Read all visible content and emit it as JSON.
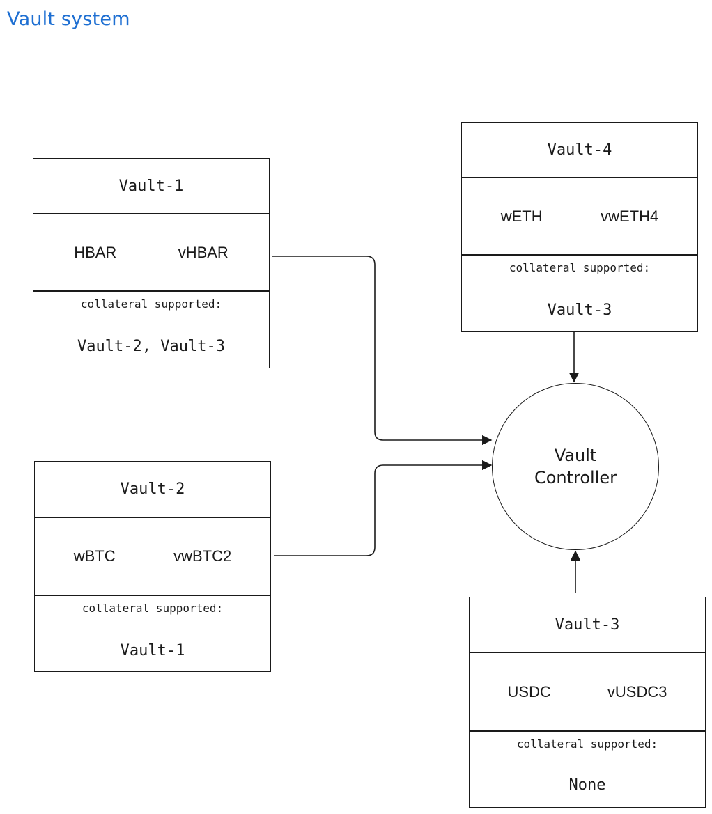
{
  "title": "Vault system",
  "controller": {
    "line1": "Vault",
    "line2": "Controller"
  },
  "vaults": [
    {
      "name": "Vault-1",
      "asset": "HBAR",
      "vtoken": "vHBAR",
      "collateral_label": "collateral supported:",
      "collateral": "Vault-2, Vault-3"
    },
    {
      "name": "Vault-2",
      "asset": "wBTC",
      "vtoken": "vwBTC2",
      "collateral_label": "collateral supported:",
      "collateral": "Vault-1"
    },
    {
      "name": "Vault-4",
      "asset": "wETH",
      "vtoken": "vwETH4",
      "collateral_label": "collateral supported:",
      "collateral": "Vault-3"
    },
    {
      "name": "Vault-3",
      "asset": "USDC",
      "vtoken": "vUSDC3",
      "collateral_label": "collateral supported:",
      "collateral": "None"
    }
  ],
  "colors": {
    "title": "#1e6fd2",
    "stroke": "#1a1a1a"
  }
}
